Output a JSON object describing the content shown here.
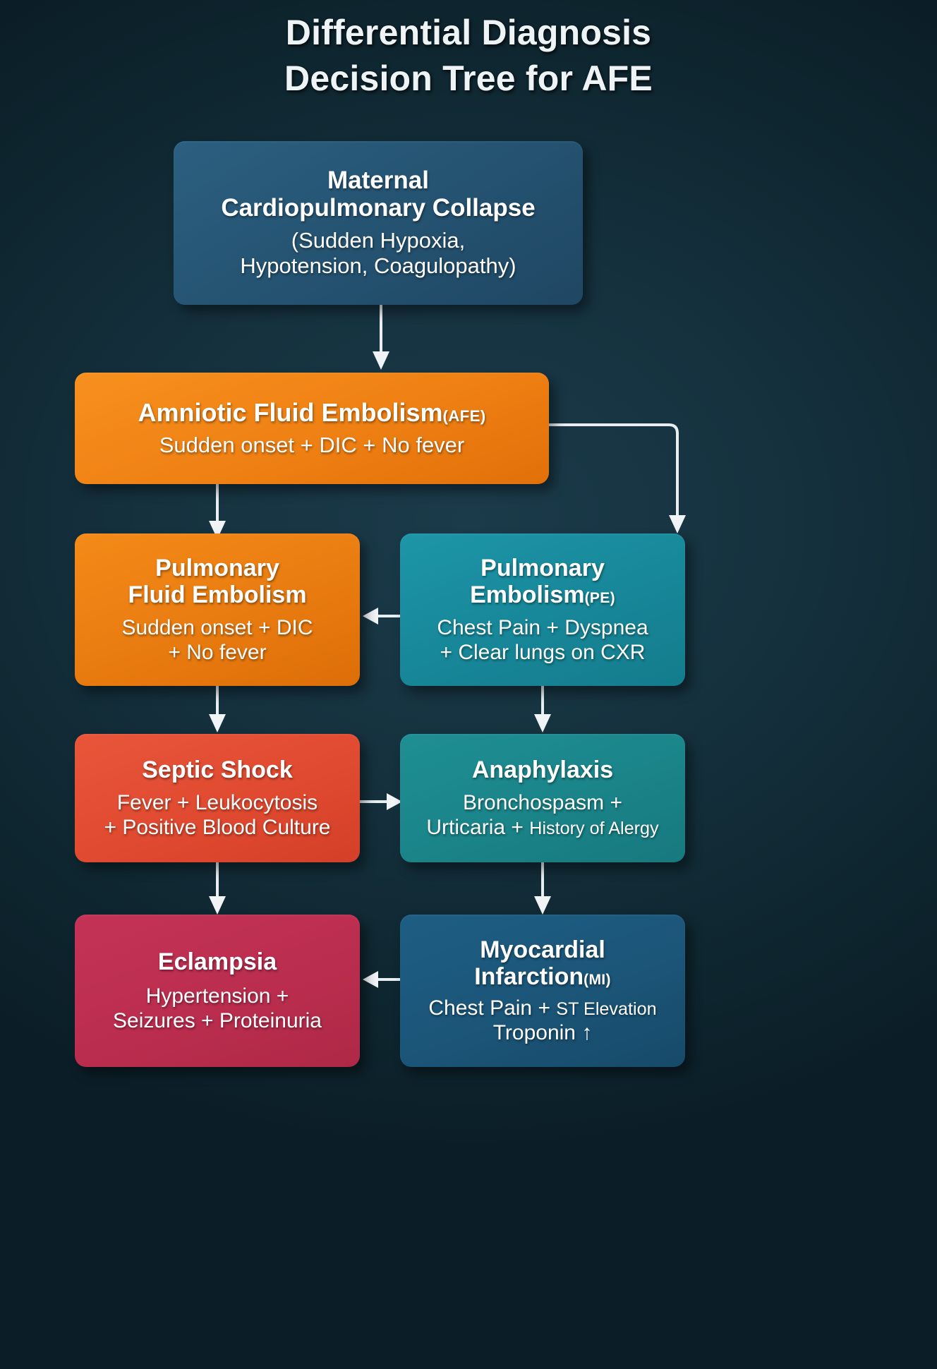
{
  "title": {
    "line1": "Differential Diagnosis",
    "line2": "Decision Tree for AFE"
  },
  "colors": {
    "background": "#15313e",
    "root": "#245270",
    "orange": "#ef8013",
    "teal": "#17889a",
    "red": "#e04a30",
    "crimson": "#bb2d4e",
    "navy": "#1b5578",
    "connector": "#e8eef2",
    "text": "#ffffff"
  },
  "nodes": [
    {
      "id": "root",
      "name": "Maternal",
      "name2": "Cardiopulmonary Collapse",
      "sub1": "(Sudden Hypoxia,",
      "sub2": "Hypotension, Coagulopathy)",
      "color": "root"
    },
    {
      "id": "afe",
      "name": "Amniotic Fluid Embolism",
      "abbr": "(AFE)",
      "sub1": "Sudden onset + DIC + No fever",
      "color": "orange"
    },
    {
      "id": "pfe",
      "name": "Pulmonary",
      "name2": "Fluid Embolism",
      "sub1": "Sudden onset + DIC",
      "sub2": "+ No fever",
      "color": "orange2"
    },
    {
      "id": "pe",
      "name": "Pulmonary",
      "name2": "Embolism",
      "abbr": "(PE)",
      "sub1": "Chest Pain + Dyspnea",
      "sub2": "+ Clear lungs on CXR",
      "color": "teal"
    },
    {
      "id": "septic",
      "name": "Septic Shock",
      "sub1": "Fever + Leukocytosis",
      "sub2": "+ Positive Blood Culture",
      "color": "red"
    },
    {
      "id": "anaphylaxis",
      "name": "Anaphylaxis",
      "sub1": "Bronchospasm +",
      "sub2": "Urticaria + ",
      "sub2_small": "History of Alergy",
      "color": "teal2"
    },
    {
      "id": "eclampsia",
      "name": "Eclampsia",
      "sub1": "Hypertension +",
      "sub2": "Seizures + Proteinuria",
      "color": "crimson"
    },
    {
      "id": "mi",
      "name": "Myocardial",
      "name2": "Infarction",
      "abbr": "(MI)",
      "sub1": "Chest Pain + ",
      "sub1_small": "ST Elevation",
      "sub2": "Troponin ↑",
      "color": "navy"
    }
  ],
  "connectors": [
    {
      "id": "root-to-afe",
      "from": "root",
      "to": "afe",
      "direction": "down"
    },
    {
      "id": "afe-to-pe",
      "from": "afe",
      "to": "pe",
      "direction": "right-then-down"
    },
    {
      "id": "afe-to-pfe",
      "from": "afe",
      "to": "pfe",
      "direction": "down"
    },
    {
      "id": "pe-to-pfe",
      "from": "pe",
      "to": "pfe",
      "direction": "left"
    },
    {
      "id": "pfe-to-septic",
      "from": "pfe",
      "to": "septic",
      "direction": "down"
    },
    {
      "id": "pe-to-anaphylaxis",
      "from": "pe",
      "to": "anaphylaxis",
      "direction": "down"
    },
    {
      "id": "septic-to-anaphylaxis",
      "from": "septic",
      "to": "anaphylaxis",
      "direction": "right"
    },
    {
      "id": "septic-to-eclampsia",
      "from": "septic",
      "to": "eclampsia",
      "direction": "down"
    },
    {
      "id": "anaphylaxis-to-mi",
      "from": "anaphylaxis",
      "to": "mi",
      "direction": "down"
    },
    {
      "id": "mi-to-eclampsia",
      "from": "mi",
      "to": "eclampsia",
      "direction": "left"
    }
  ]
}
